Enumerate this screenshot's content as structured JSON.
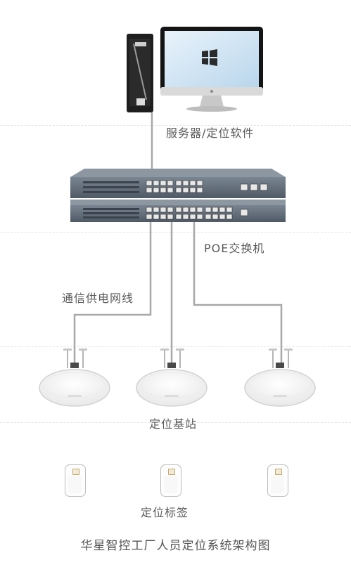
{
  "labels": {
    "server": "服务器/定位软件",
    "switch": "POE交换机",
    "cable": "通信供电网线",
    "anchor": "定位基站",
    "tag": "定位标签"
  },
  "caption": "华星智控工厂人员定位系统架构图",
  "colors": {
    "cable": "#a8a8a8",
    "switch_body": "#5f6b78",
    "text": "#555555"
  }
}
